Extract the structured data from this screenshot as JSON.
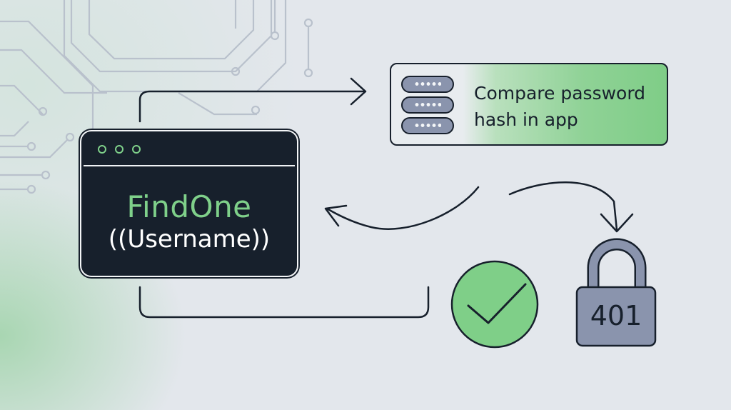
{
  "diagram": {
    "query": {
      "name": "FindOne",
      "argument": "((Username))"
    },
    "compare": {
      "line1": "Compare password",
      "line2": "hash in app"
    },
    "lock": {
      "code": "401"
    },
    "colors": {
      "ink": "#17202c",
      "accent_green": "#7fd08a",
      "server_gray": "#8a94ad",
      "circuit_gray": "#b9c1cc",
      "background": "#e3e7ec"
    },
    "icons": [
      "server-stack-icon",
      "check-icon",
      "padlock-icon",
      "circuit-pattern",
      "window-dots-icon"
    ]
  }
}
